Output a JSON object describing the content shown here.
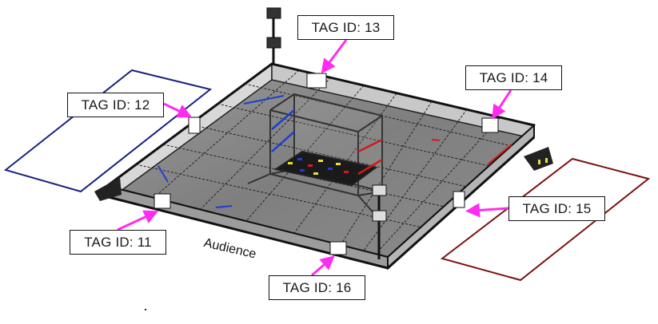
{
  "diagram": {
    "type": "isometric-field-map",
    "accent_colors": {
      "arrow": "#ff2cf0",
      "blue_alliance": "#1a237e",
      "red_alliance": "#7a1010",
      "field_floor": "#8a8a8a",
      "label_border": "#111111"
    },
    "tags": [
      {
        "id": "13",
        "label": "TAG ID: 13",
        "position": "top-wall"
      },
      {
        "id": "12",
        "label": "TAG ID: 12",
        "position": "left-wall"
      },
      {
        "id": "14",
        "label": "TAG ID: 14",
        "position": "top-right-wall"
      },
      {
        "id": "15",
        "label": "TAG ID: 15",
        "position": "right-wall"
      },
      {
        "id": "11",
        "label": "TAG ID: 11",
        "position": "bottom-left-wall"
      },
      {
        "id": "16",
        "label": "TAG ID: 16",
        "position": "bottom-wall"
      }
    ],
    "side_label": "Audience",
    "zones": [
      {
        "name": "blue-alliance-zone",
        "color": "#1a237e"
      },
      {
        "name": "red-alliance-zone",
        "color": "#7a1010"
      }
    ]
  }
}
